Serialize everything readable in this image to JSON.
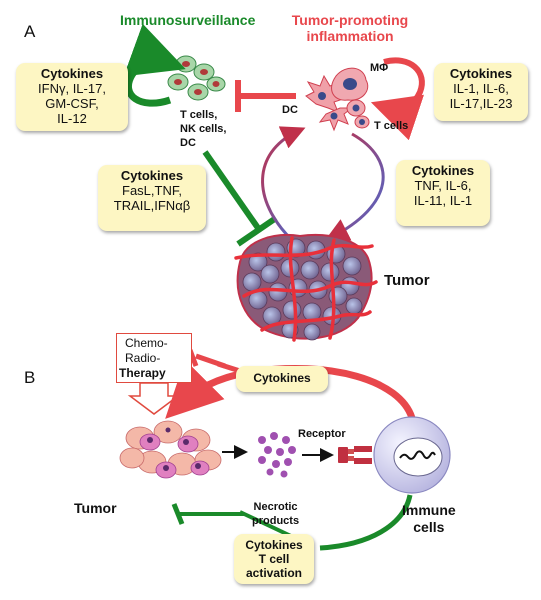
{
  "panel_a": {
    "label": "A",
    "immunosurveillance_title": "Immunosurveillance",
    "tumor_promoting_line1": "Tumor-promoting",
    "tumor_promoting_line2": "inflammation",
    "box_left_top": {
      "title": "Cytokines",
      "lines": [
        "IFNγ, IL-17,",
        "GM-CSF,",
        "IL-12"
      ]
    },
    "box_left_mid": {
      "title": "Cytokines",
      "lines": [
        "FasL,TNF,",
        "TRAIL,IFNαβ"
      ]
    },
    "box_right_top": {
      "title": "Cytokines",
      "lines": [
        "IL-1, IL-6,",
        "IL-17,IL-23"
      ]
    },
    "box_right_mid": {
      "title": "Cytokines",
      "lines": [
        "TNF, IL-6,",
        "IL-11, IL-1"
      ]
    },
    "cells_label_line1": "T cells,",
    "cells_label_line2": "NK cells,",
    "cells_label_line3": "DC",
    "dc_label": "DC",
    "mphi_label": "MΦ",
    "tcells_label": "T cells",
    "tumor_label": "Tumor"
  },
  "panel_b": {
    "label": "B",
    "chemo_line1": "Chemo-",
    "chemo_line2": "Radio-",
    "chemo_line3": "Therapy",
    "cytokines_top": "Cytokines",
    "receptor_label": "Receptor",
    "tumor_label": "Tumor",
    "necrotic_line1": "Necrotic",
    "necrotic_line2": "products",
    "immune_line1": "Immune",
    "immune_line2": "cells",
    "bottom_box_line1": "Cytokines",
    "bottom_box_line2": "T cell",
    "bottom_box_line3": "activation"
  },
  "colors": {
    "green": "#1a8a2a",
    "red": "#e8474c",
    "box_fill": "#fdf6c3",
    "tumor_tissue": "#8a5a78"
  }
}
